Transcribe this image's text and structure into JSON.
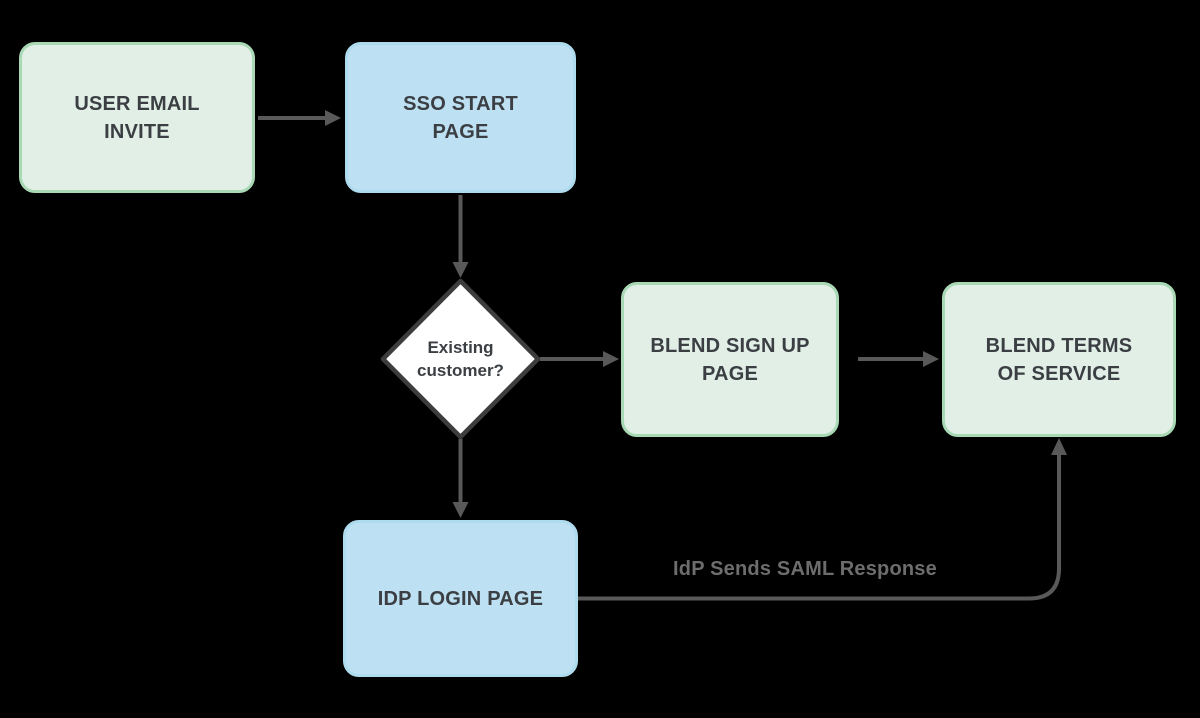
{
  "colors": {
    "background": "#000000",
    "green_fill": "#e1efe7",
    "green_border": "#a9d8b5",
    "blue_fill": "#bde1f2",
    "blue_border": "#aedcee",
    "diamond_fill": "#ffffff",
    "diamond_border": "#3d3d3d",
    "node_text": "#3b3f43",
    "arrow": "#595959",
    "edge_label_text": "#6d6d6d"
  },
  "nodes": {
    "user_email_invite": "USER EMAIL\nINVITE",
    "sso_start_page": "SSO START\nPAGE",
    "existing_customer": "Existing\ncustomer?",
    "blend_sign_up_page": "BLEND SIGN UP\nPAGE",
    "blend_terms_of_service": "BLEND TERMS\nOF SERVICE",
    "idp_login_page": "IDP LOGIN PAGE"
  },
  "edges": {
    "saml_label": "IdP Sends SAML Response"
  }
}
